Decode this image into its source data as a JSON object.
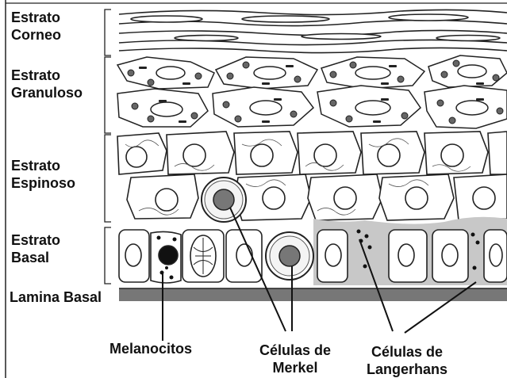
{
  "layers": [
    {
      "line1": "Estrato",
      "line2": "Corneo"
    },
    {
      "line1": "Estrato",
      "line2": "Granuloso"
    },
    {
      "line1": "Estrato",
      "line2": "Espinoso"
    },
    {
      "line1": "Estrato",
      "line2": "Basal"
    }
  ],
  "lamina_basal": "Lamina Basal",
  "callouts": {
    "melanocitos": "Melanocitos",
    "merkel_line1": "Células de",
    "merkel_line2": "Merkel",
    "langerhans_line1": "Células de",
    "langerhans_line2": "Langerhans"
  },
  "colors": {
    "ink": "#111111",
    "cell_fill": "#ffffff",
    "langerhans_fill": "#c8c8c8",
    "merkel_nucleus": "#777777",
    "lamina": "#777777",
    "granule": "#666666"
  }
}
